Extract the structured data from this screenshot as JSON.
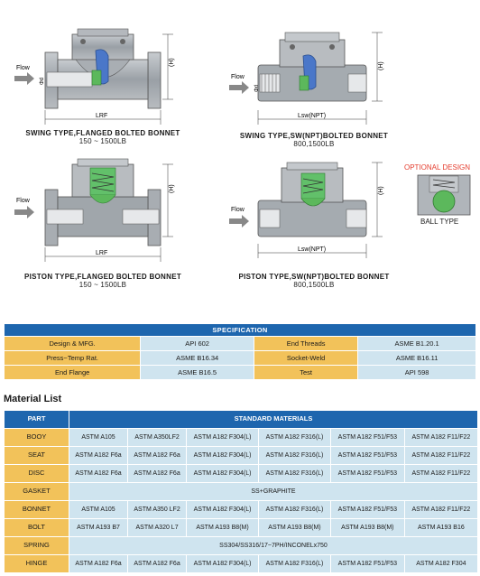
{
  "drawings": {
    "swing_flanged": {
      "title": "SWING TYPE,FLANGED BOLTED BONNET",
      "subtitle": "150 ~ 1500LB",
      "flow": "Flow",
      "dim_h": "(H)",
      "dim_l": "LRF",
      "dim_d": "Φd"
    },
    "swing_sw": {
      "title": "SWING TYPE,SW(NPT)BOLTED BONNET",
      "subtitle": "800,1500LB",
      "flow": "Flow",
      "dim_h": "(H)",
      "dim_l": "Lsw(NPT)",
      "dim_d": "Φd"
    },
    "piston_flanged": {
      "title": "PISTON TYPE,FLANGED BOLTED BONNET",
      "subtitle": "150 ~ 1500LB",
      "flow": "Flow",
      "dim_h": "(H)",
      "dim_l": "LRF"
    },
    "piston_sw": {
      "title": "PISTON TYPE,SW(NPT)BOLTED BONNET",
      "subtitle": "800,1500LB",
      "flow": "Flow",
      "dim_h": "(H)",
      "dim_l": "Lsw(NPT)"
    },
    "optional": {
      "title": "OPTIONAL DESIGN",
      "label": "BALL TYPE"
    }
  },
  "specification": {
    "title": "SPECIFICATION",
    "rows": [
      [
        "Design & MFG.",
        "API 602",
        "End Threads",
        "ASME B1.20.1"
      ],
      [
        "Press~Temp Rat.",
        "ASME B16.34",
        "Socket-Weld",
        "ASME B16.11"
      ],
      [
        "End Flange",
        "ASME B16.5",
        "Test",
        "API 598"
      ]
    ]
  },
  "material_list": {
    "title": "Material List",
    "header_part": "PART",
    "header_materials": "STANDARD MATERIALS",
    "rows": [
      {
        "part": "BOOY",
        "cells": [
          "ASTM A105",
          "ASTM A350LF2",
          "ASTM A182 F304(L)",
          "ASTM A182 F316(L)",
          "ASTM A182 F51/F53",
          "ASTM A182 F11/F22"
        ]
      },
      {
        "part": "SEAT",
        "cells": [
          "ASTM A182 F6a",
          "ASTM A182 F6a",
          "ASTM A182 F304(L)",
          "ASTM A182 F316(L)",
          "ASTM A182 F51/F53",
          "ASTM A182 F11/F22"
        ]
      },
      {
        "part": "DISC",
        "cells": [
          "ASTM A182 F6a",
          "ASTM A182 F6a",
          "ASTM A182 F304(L)",
          "ASTM A182 F316(L)",
          "ASTM A182 F51/F53",
          "ASTM A182 F11/F22"
        ]
      },
      {
        "part": "GASKET",
        "span": "SS+GRAPHITE"
      },
      {
        "part": "BONNET",
        "cells": [
          "ASTM A105",
          "ASTM A350 LF2",
          "ASTM A182 F304(L)",
          "ASTM A182 F316(L)",
          "ASTM A182 F51/F53",
          "ASTM A182 F11/F22"
        ]
      },
      {
        "part": "BOLT",
        "cells": [
          "ASTM A193 B7",
          "ASTM A320 L7",
          "ASTM A193 B8(M)",
          "ASTM A193 B8(M)",
          "ASTM A193 B8(M)",
          "ASTM A193 B16"
        ]
      },
      {
        "part": "SPRING",
        "span": "SS304/SS316/17~7PH/INCONELx750"
      },
      {
        "part": "HINGE",
        "cells": [
          "ASTM A182 F6a",
          "ASTM A182 F6a",
          "ASTM A182 F304(L)",
          "ASTM A182 F316(L)",
          "ASTM A182 F51/F53",
          "ASTM A182 F304"
        ]
      }
    ]
  },
  "colors": {
    "header_blue": "#1e66ae",
    "label_yellow": "#f2c25a",
    "cell_blue": "#cfe4ef",
    "accent_red": "#e53d2e"
  }
}
